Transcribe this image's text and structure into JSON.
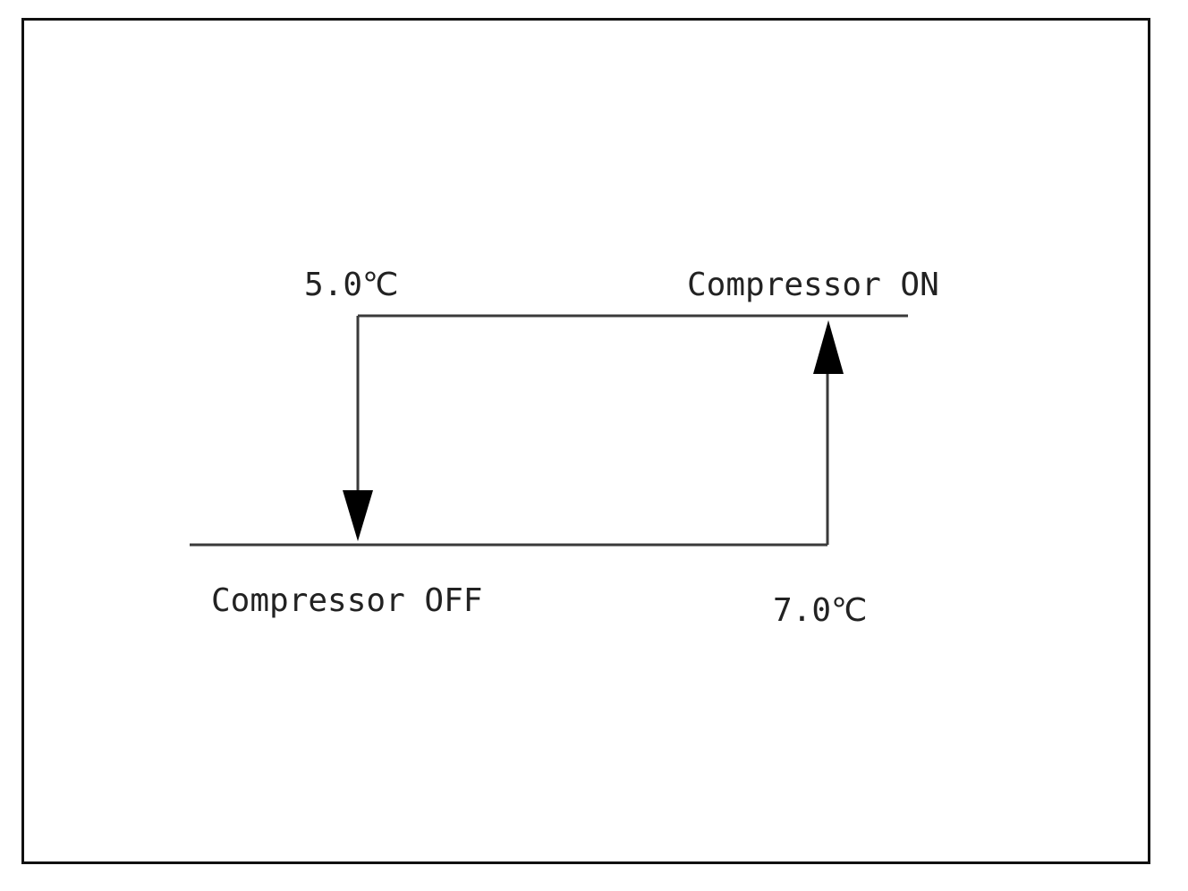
{
  "diagram": {
    "labels": {
      "temp_upper": "5.0℃",
      "compressor_on": "Compressor ON",
      "compressor_off": "Compressor OFF",
      "temp_lower": "7.0℃"
    },
    "colors": {
      "line": "#3a3a3a",
      "text": "#222222",
      "border": "#111111",
      "background": "#ffffff"
    }
  }
}
